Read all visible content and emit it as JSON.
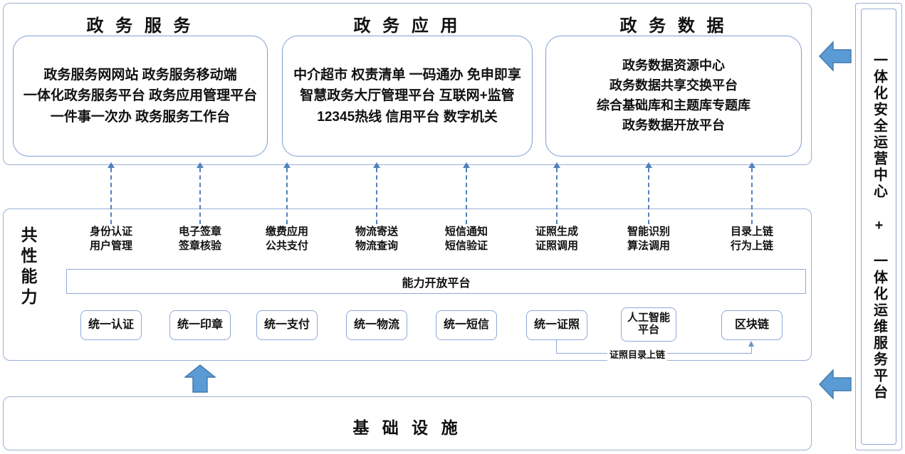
{
  "colors": {
    "border_outer": "#9bb0d4",
    "border_inner": "#7f9fd0",
    "arrow_fill": "#5b9bd5",
    "arrow_stroke": "#3f77ab",
    "dashed_connector": "#4f81bd",
    "text": "#111111"
  },
  "top_groups": [
    {
      "title": "政 务 服 务",
      "lines": [
        "政务服务网网站 政务服务移动端",
        "一体化政务服务平台 政务应用管理平台",
        "一件事一次办 政务服务工作台"
      ]
    },
    {
      "title": "政 务 应 用",
      "lines": [
        "中介超市 权责清单 一码通办 免申即享",
        "智慧政务大厅管理平台 互联网+监管",
        "12345热线 信用平台 数字机关"
      ]
    },
    {
      "title": "政 务 数 据",
      "lines": [
        "政务数据资源中心",
        "政务数据共享交换平台",
        "综合基础库和主题库专题库",
        "政务数据开放平台"
      ]
    }
  ],
  "capability_section": {
    "vertical_label": "共性能力",
    "open_platform_label": "能力开放平台",
    "columns": [
      {
        "head_line1": "身份认证",
        "head_line2": "用户管理",
        "box": "统一认证"
      },
      {
        "head_line1": "电子签章",
        "head_line2": "签章核验",
        "box": "统一印章"
      },
      {
        "head_line1": "缴费应用",
        "head_line2": "公共支付",
        "box": "统一支付"
      },
      {
        "head_line1": "物流寄送",
        "head_line2": "物流查询",
        "box": "统一物流"
      },
      {
        "head_line1": "短信通知",
        "head_line2": "短信验证",
        "box": "统一短信"
      },
      {
        "head_line1": "证照生成",
        "head_line2": "证照调用",
        "box": "统一证照"
      },
      {
        "head_line1": "智能识别",
        "head_line2": "算法调用",
        "box": "人工智能\n平台"
      },
      {
        "head_line1": "目录上链",
        "head_line2": "行为上链",
        "box": "区块链"
      }
    ],
    "chain_flow_label": "证照目录上链"
  },
  "infrastructure": {
    "title": "基 础 设 施"
  },
  "sidebar": {
    "text": "一体化安全运营中心 + 一体化运维服务平台"
  },
  "icons": {
    "up_arrow": "block-arrow-up-icon",
    "left_arrow_top": "block-arrow-left-icon",
    "left_arrow_bottom": "block-arrow-left-icon",
    "dashed_up_connector": "dashed-arrow-up-icon"
  }
}
